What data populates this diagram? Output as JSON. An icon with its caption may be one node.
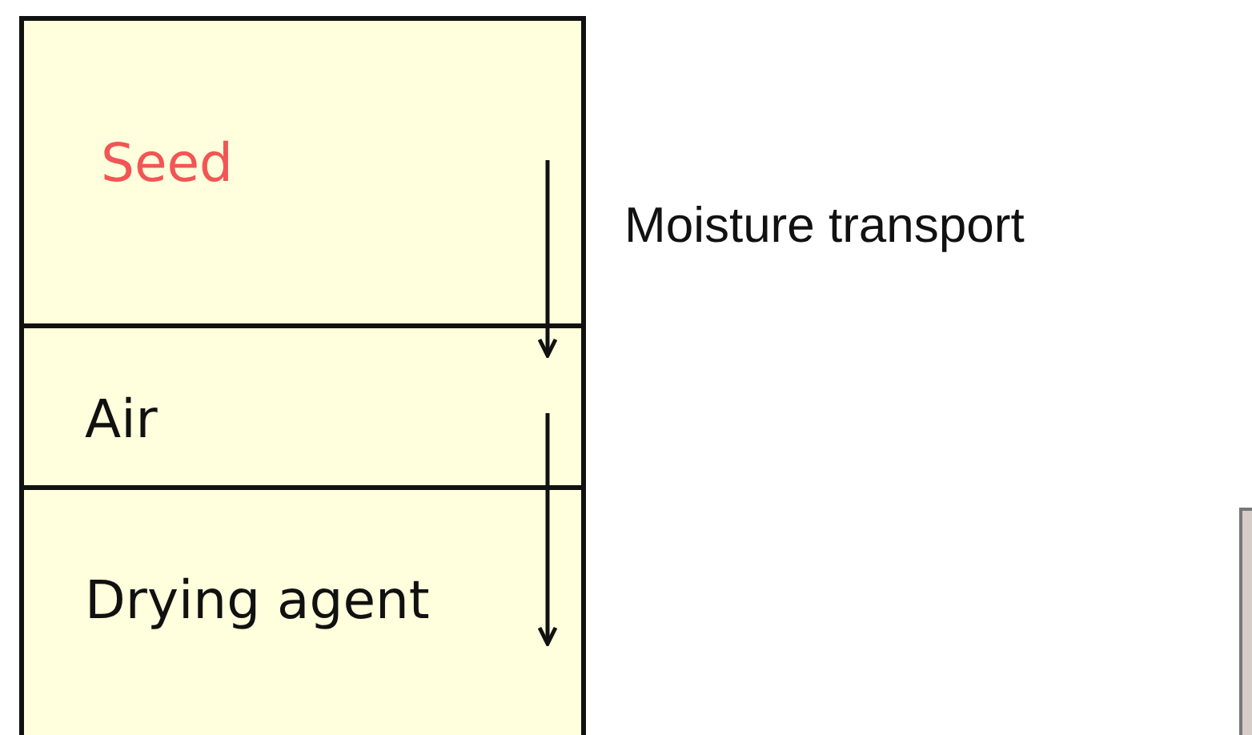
{
  "diagram": {
    "nodes": [
      {
        "text": [
          "Seed"
        ]
      },
      {
        "text": [
          "Air"
        ]
      },
      {
        "text": [
          "Drying agent"
        ]
      }
    ],
    "edges": [
      {
        "from": 0,
        "to": 1,
        "arrow": "to"
      },
      {
        "from": 1,
        "to": 2,
        "arrow": "to"
      }
    ],
    "labels": [
      "Moisture transport"
    ]
  }
}
